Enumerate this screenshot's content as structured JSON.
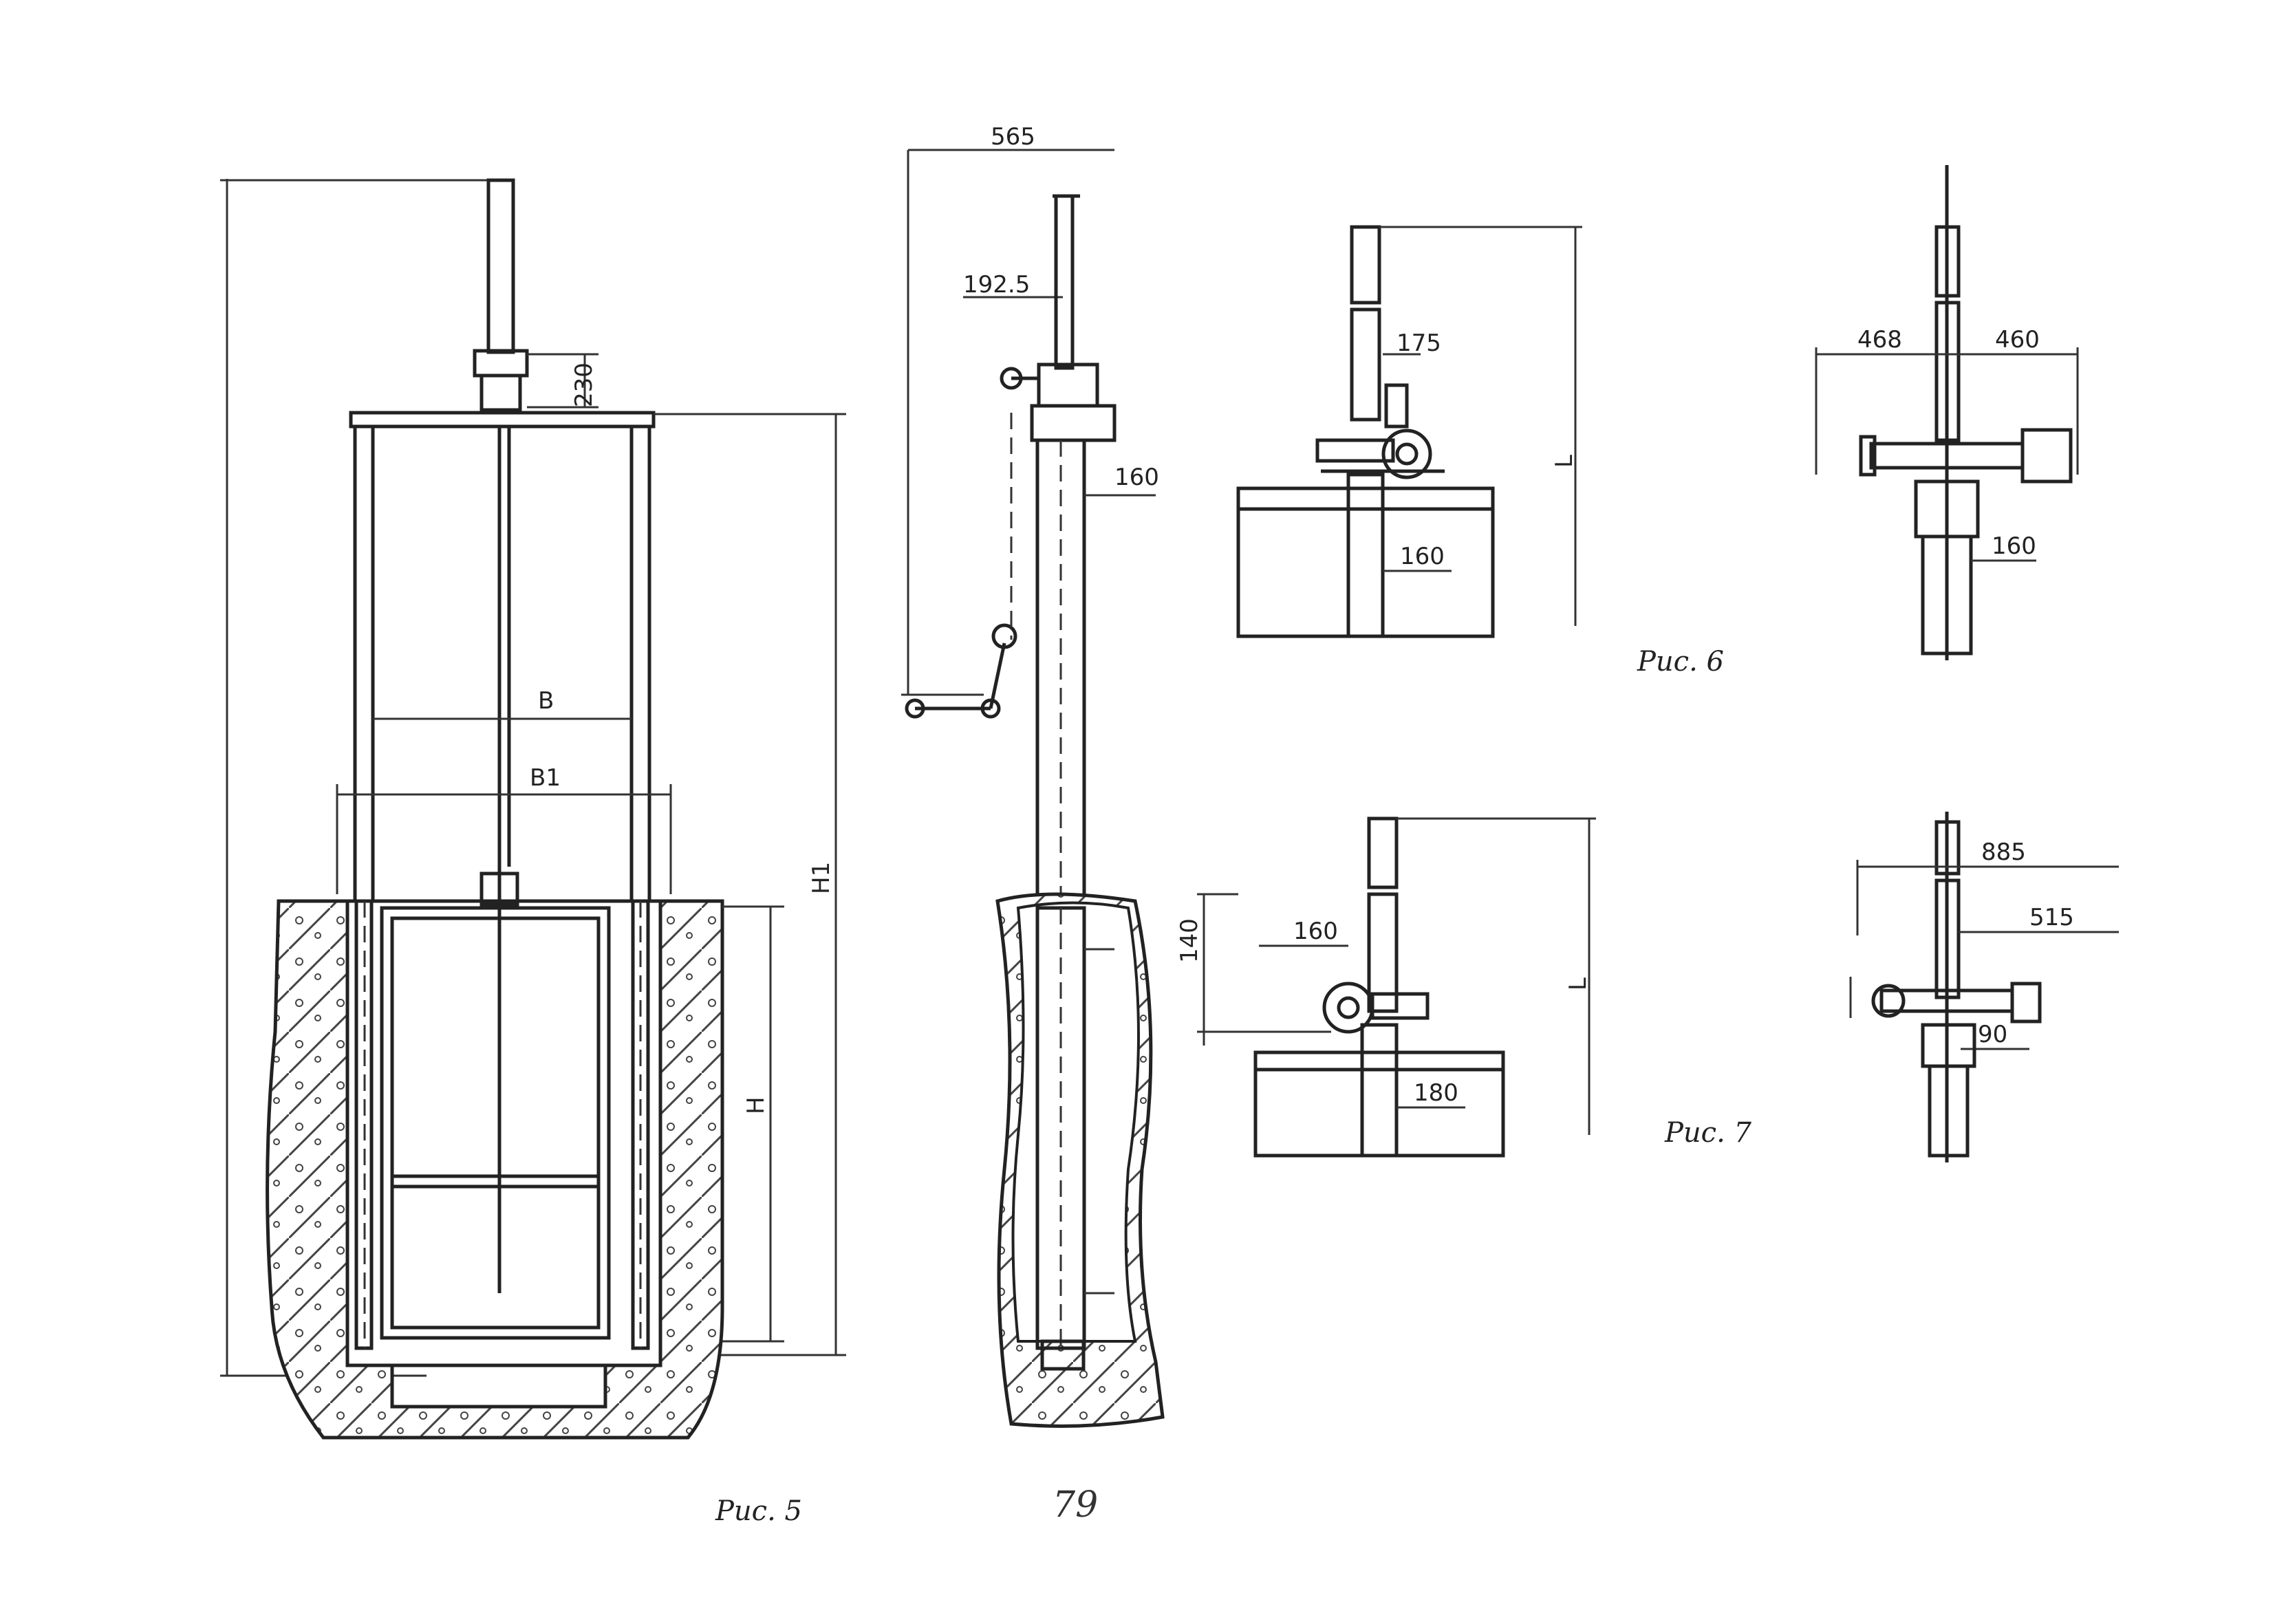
{
  "labels": {
    "fig5_dim_230": "230",
    "fig5_B": "B",
    "fig5_B1": "B1",
    "fig5_H1": "H1",
    "fig5_H": "H",
    "fig5_caption": "Рис. 5",
    "side_dim_565": "565",
    "side_dim_1925": "192.5",
    "side_dim_160": "160",
    "page_number": "79",
    "fig6_dim_175": "175",
    "fig6_dim_160": "160",
    "fig6_dim_L": "L",
    "fig6_caption": "Рис. 6",
    "fig6r_dim_468": "468",
    "fig6r_dim_460": "460",
    "fig6r_dim_160": "160",
    "fig7_dim_140": "140",
    "fig7_dim_160": "160",
    "fig7_dim_180": "180",
    "fig7_dim_L": "L",
    "fig7_caption": "Рис. 7",
    "fig7r_dim_885": "885",
    "fig7r_dim_515": "515",
    "fig7r_dim_90": "90"
  }
}
